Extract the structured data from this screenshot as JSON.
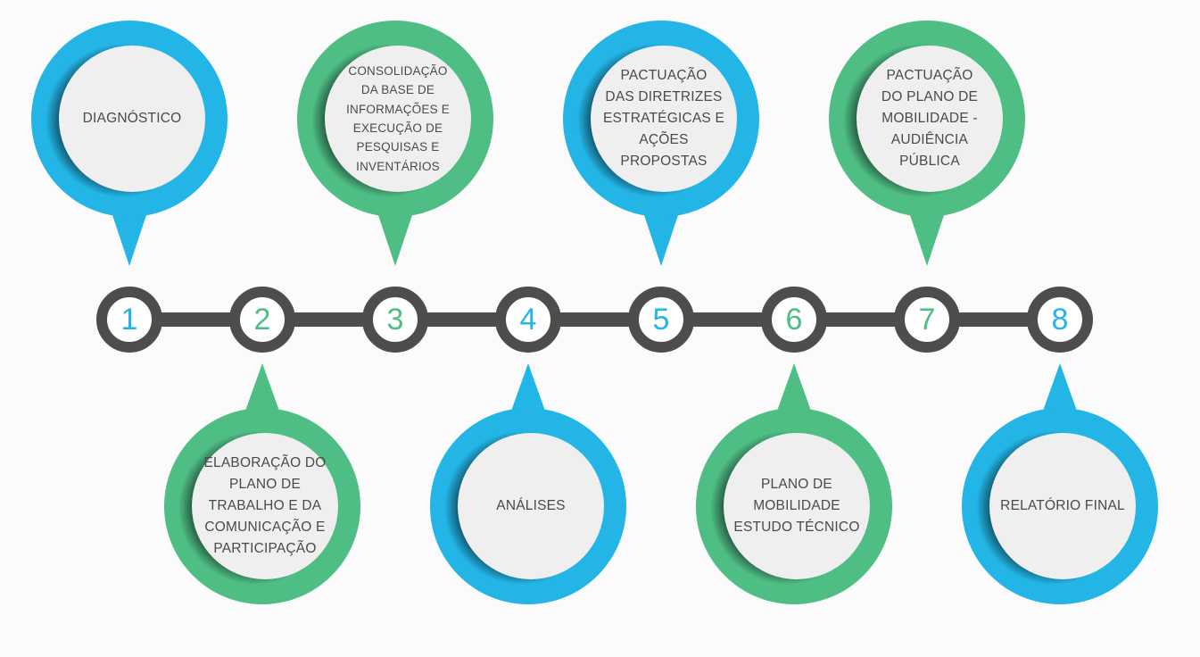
{
  "colors": {
    "blue": "#23b5e6",
    "green": "#4fbe84",
    "dark": "#4d4d4d",
    "inner": "#efefef",
    "text": "#4a4a4a"
  },
  "steps": [
    {
      "number": "1",
      "label": "DIAGNÓSTICO",
      "color": "blue"
    },
    {
      "number": "2",
      "label": "ELABORAÇÃO DO\nPLANO DE\nTRABALHO E DA\nCOMUNICAÇÃO E\nPARTICIPAÇÃO",
      "color": "green"
    },
    {
      "number": "3",
      "label": "CONSOLIDAÇÃO\nDA BASE DE\nINFORMAÇÕES E\nEXECUÇÃO DE\nPESQUISAS E\nINVENTÁRIOS",
      "color": "green"
    },
    {
      "number": "4",
      "label": "ANÁLISES",
      "color": "blue"
    },
    {
      "number": "5",
      "label": "PACTUAÇÃO\nDAS DIRETRIZES\nESTRATÉGICAS E\nAÇÕES\nPROPOSTAS",
      "color": "blue"
    },
    {
      "number": "6",
      "label": "PLANO DE\nMOBILIDADE\nESTUDO TÉCNICO",
      "color": "green"
    },
    {
      "number": "7",
      "label": "PACTUAÇÃO\nDO PLANO DE\nMOBILIDADE -\nAUDIÊNCIA\nPÚBLICA",
      "color": "green"
    },
    {
      "number": "8",
      "label": "RELATÓRIO FINAL",
      "color": "blue"
    }
  ]
}
